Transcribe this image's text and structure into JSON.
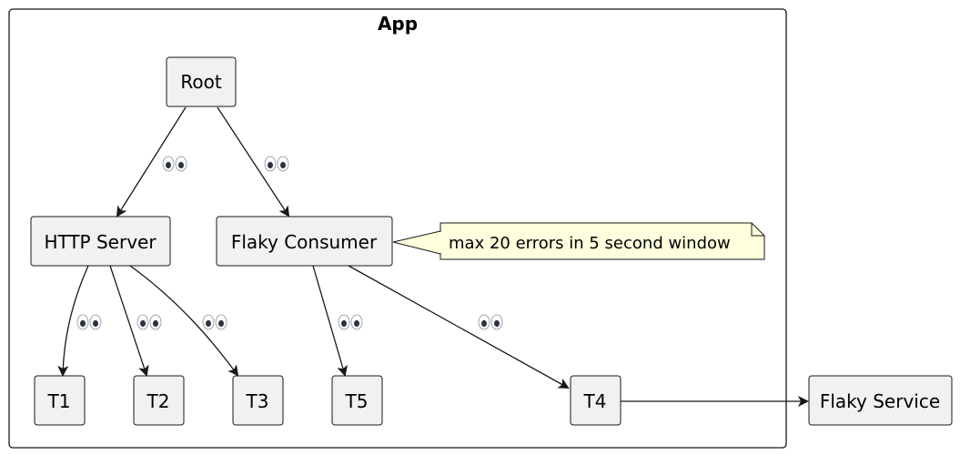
{
  "container": {
    "title": "App"
  },
  "nodes": {
    "root": "Root",
    "http_server": "HTTP Server",
    "flaky_consumer": "Flaky Consumer",
    "t1": "T1",
    "t2": "T2",
    "t3": "T3",
    "t4": "T4",
    "t5": "T5",
    "flaky_service": "Flaky Service"
  },
  "note": {
    "text": "max 20 errors in 5 second window"
  },
  "edge_label_icon": "eyes-icon",
  "colors": {
    "node_fill": "#f1f1f1",
    "node_border": "#181818",
    "note_fill": "#feffdd",
    "note_border": "#181818",
    "edge": "#181818"
  }
}
